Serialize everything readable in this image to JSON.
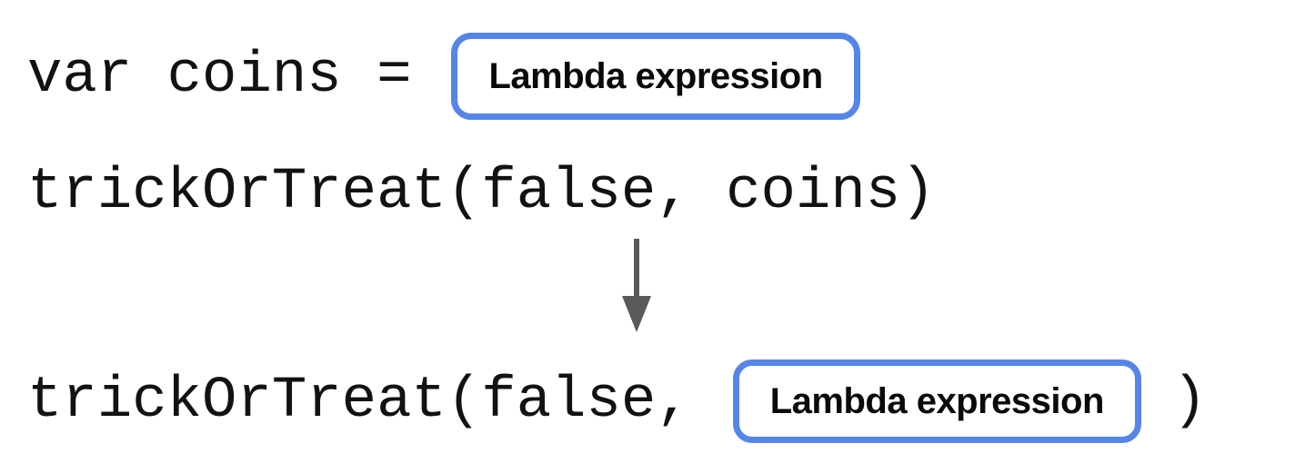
{
  "colors": {
    "chip_border": "#5585E8",
    "arrow": "#58595B",
    "code_text": "#121212"
  },
  "diagram": {
    "assignment_line": {
      "code": "var coins =",
      "chip_label": "Lambda expression"
    },
    "call_before": {
      "code": "trickOrTreat(false, coins)"
    },
    "transform_arrow": {
      "icon": "arrow-down",
      "glyph": "↓"
    },
    "call_after": {
      "code_prefix": "trickOrTreat(false,",
      "chip_label": "Lambda expression",
      "code_suffix": ")"
    }
  }
}
